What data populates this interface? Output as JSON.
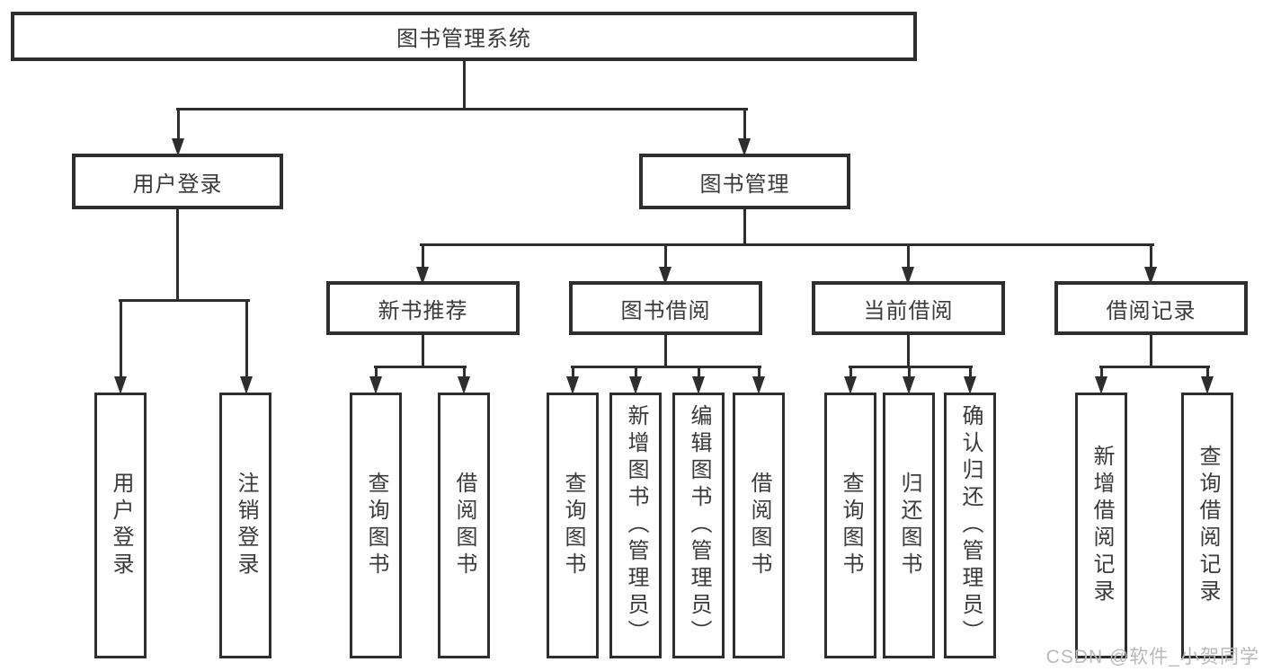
{
  "diagram": {
    "root": "图书管理系统",
    "branches": [
      {
        "label": "用户登录",
        "children": [
          "用户登录",
          "注销登录"
        ]
      },
      {
        "label": "图书管理",
        "sections": [
          {
            "label": "新书推荐",
            "children": [
              "查询图书",
              "借阅图书"
            ]
          },
          {
            "label": "图书借阅",
            "children": [
              "查询图书",
              "新增图书（管理员）",
              "编辑图书（管理员）",
              "借阅图书"
            ]
          },
          {
            "label": "当前借阅",
            "children": [
              "查询图书",
              "归还图书",
              "确认归还（管理员）"
            ]
          },
          {
            "label": "借阅记录",
            "children": [
              "新增借阅记录",
              "查询借阅记录"
            ]
          }
        ]
      }
    ]
  },
  "colors": {
    "line": "#2e2e2e",
    "box_background": "#ffffff",
    "watermark_gray": "#b9b9b9"
  },
  "watermark": "CSDN @软件_小贺同学"
}
